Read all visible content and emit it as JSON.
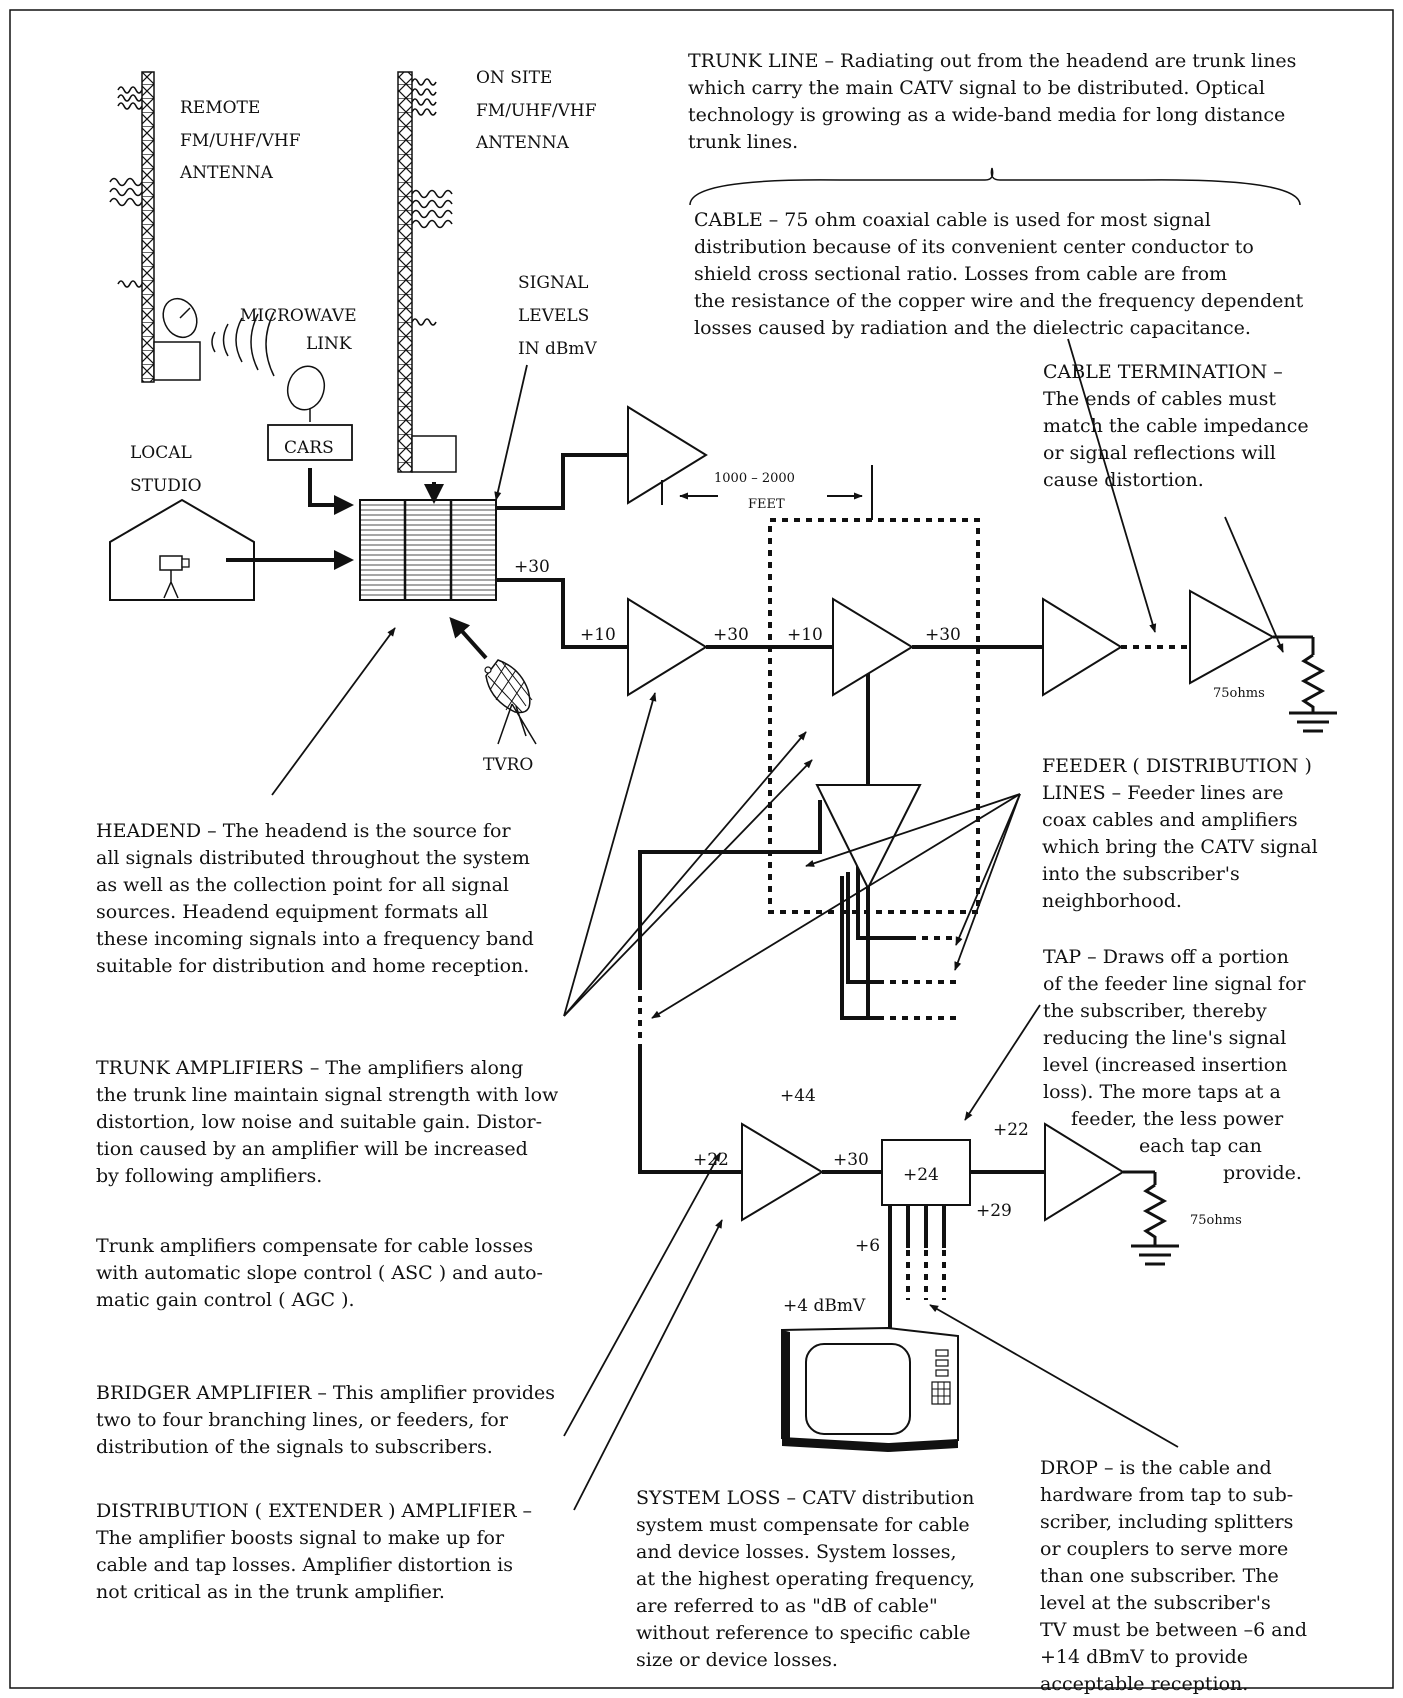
{
  "labels": {
    "remote_antenna": [
      "REMOTE",
      "FM/UHF/VHF",
      "ANTENNA"
    ],
    "onsite_antenna": [
      "ON SITE",
      "FM/UHF/VHF",
      "ANTENNA"
    ],
    "microwave_link": [
      "MICROWAVE",
      "LINK"
    ],
    "signal_levels": [
      "SIGNAL",
      "LEVELS",
      "IN dBmV"
    ],
    "local_studio": [
      "LOCAL",
      "STUDIO"
    ],
    "cars": "CARS",
    "tvro": "TVRO",
    "distance": [
      "1000 – 2000",
      "FEET"
    ],
    "termination_ohms_top": "75ohms",
    "termination_ohms_bottom": "75ohms",
    "drop_level": "+4 dBmV"
  },
  "levels": {
    "headend_out": "+30",
    "trunk1_in": "+10",
    "trunk1_out": "+30",
    "trunk2_in": "+10",
    "trunk2_out": "+30",
    "extender_in": "+22",
    "extender_gain": "+44",
    "extender_out": "+30",
    "tap_value": "+24",
    "tap_out": "+22",
    "tap_thru": "+29",
    "drop": "+6"
  },
  "descriptions": {
    "trunk_line": [
      "TRUNK LINE – Radiating out from the headend are trunk lines",
      "which carry the main CATV signal to be distributed.  Optical",
      "technology is growing as a wide-band media for long distance",
      "trunk lines."
    ],
    "cable": [
      "CABLE – 75 ohm coaxial cable is used for most signal",
      "distribution because of its convenient center conductor to",
      "shield cross sectional ratio.  Losses from cable are from",
      "the resistance of the copper wire and the frequency dependent",
      "losses caused by radiation and the dielectric capacitance."
    ],
    "cable_termination": [
      "CABLE TERMINATION –",
      "The ends of cables must",
      "match the cable impedance",
      "or signal reflections will",
      "cause distortion."
    ],
    "feeder": [
      "FEEDER ( DISTRIBUTION )",
      "LINES – Feeder lines are",
      "coax cables and amplifiers",
      "which bring the CATV signal",
      "into the subscriber's",
      "neighborhood."
    ],
    "tap": [
      "TAP – Draws off a portion",
      "of the feeder line signal for",
      "the subscriber, thereby",
      "reducing the line's signal",
      "level (increased insertion",
      "loss).  The more taps at a",
      "feeder, the less power",
      "each tap can",
      "provide."
    ],
    "headend": [
      "HEADEND – The headend is the source for",
      "all signals distributed throughout the system",
      "as well as the collection point for all signal",
      "sources.  Headend equipment formats all",
      "these incoming signals into a frequency band",
      "suitable for distribution and home reception."
    ],
    "trunk_amplifiers": [
      "TRUNK AMPLIFIERS – The amplifiers along",
      "the trunk line maintain signal strength with low",
      "distortion, low noise and suitable gain.  Distor-",
      "tion caused by an amplifier will be increased",
      "by following amplifiers."
    ],
    "trunk_amplifiers_2": [
      "Trunk amplifiers compensate for cable losses",
      "with automatic slope control ( ASC ) and auto-",
      "matic gain control ( AGC )."
    ],
    "bridger": [
      "BRIDGER AMPLIFIER – This amplifier provides",
      "two to four branching lines, or feeders, for",
      "distribution of the signals to subscribers."
    ],
    "distribution_amp": [
      "DISTRIBUTION ( EXTENDER ) AMPLIFIER –",
      "The amplifier boosts signal to make up for",
      "cable and tap losses.  Amplifier distortion is",
      "not critical as in the trunk amplifier."
    ],
    "system_loss": [
      "SYSTEM LOSS – CATV distribution",
      "system must compensate for cable",
      "and device losses.  System losses,",
      "at the highest operating frequency,",
      "are referred to as \"dB of cable\"",
      "without reference to specific cable",
      "size or device losses."
    ],
    "drop": [
      "DROP – is the cable and",
      "hardware from tap to sub-",
      "scriber, including splitters",
      "or couplers to serve more",
      "than one subscriber.  The",
      "level at the subscriber's",
      "TV must be between –6 and",
      "+14 dBmV to provide",
      "acceptable reception."
    ]
  }
}
